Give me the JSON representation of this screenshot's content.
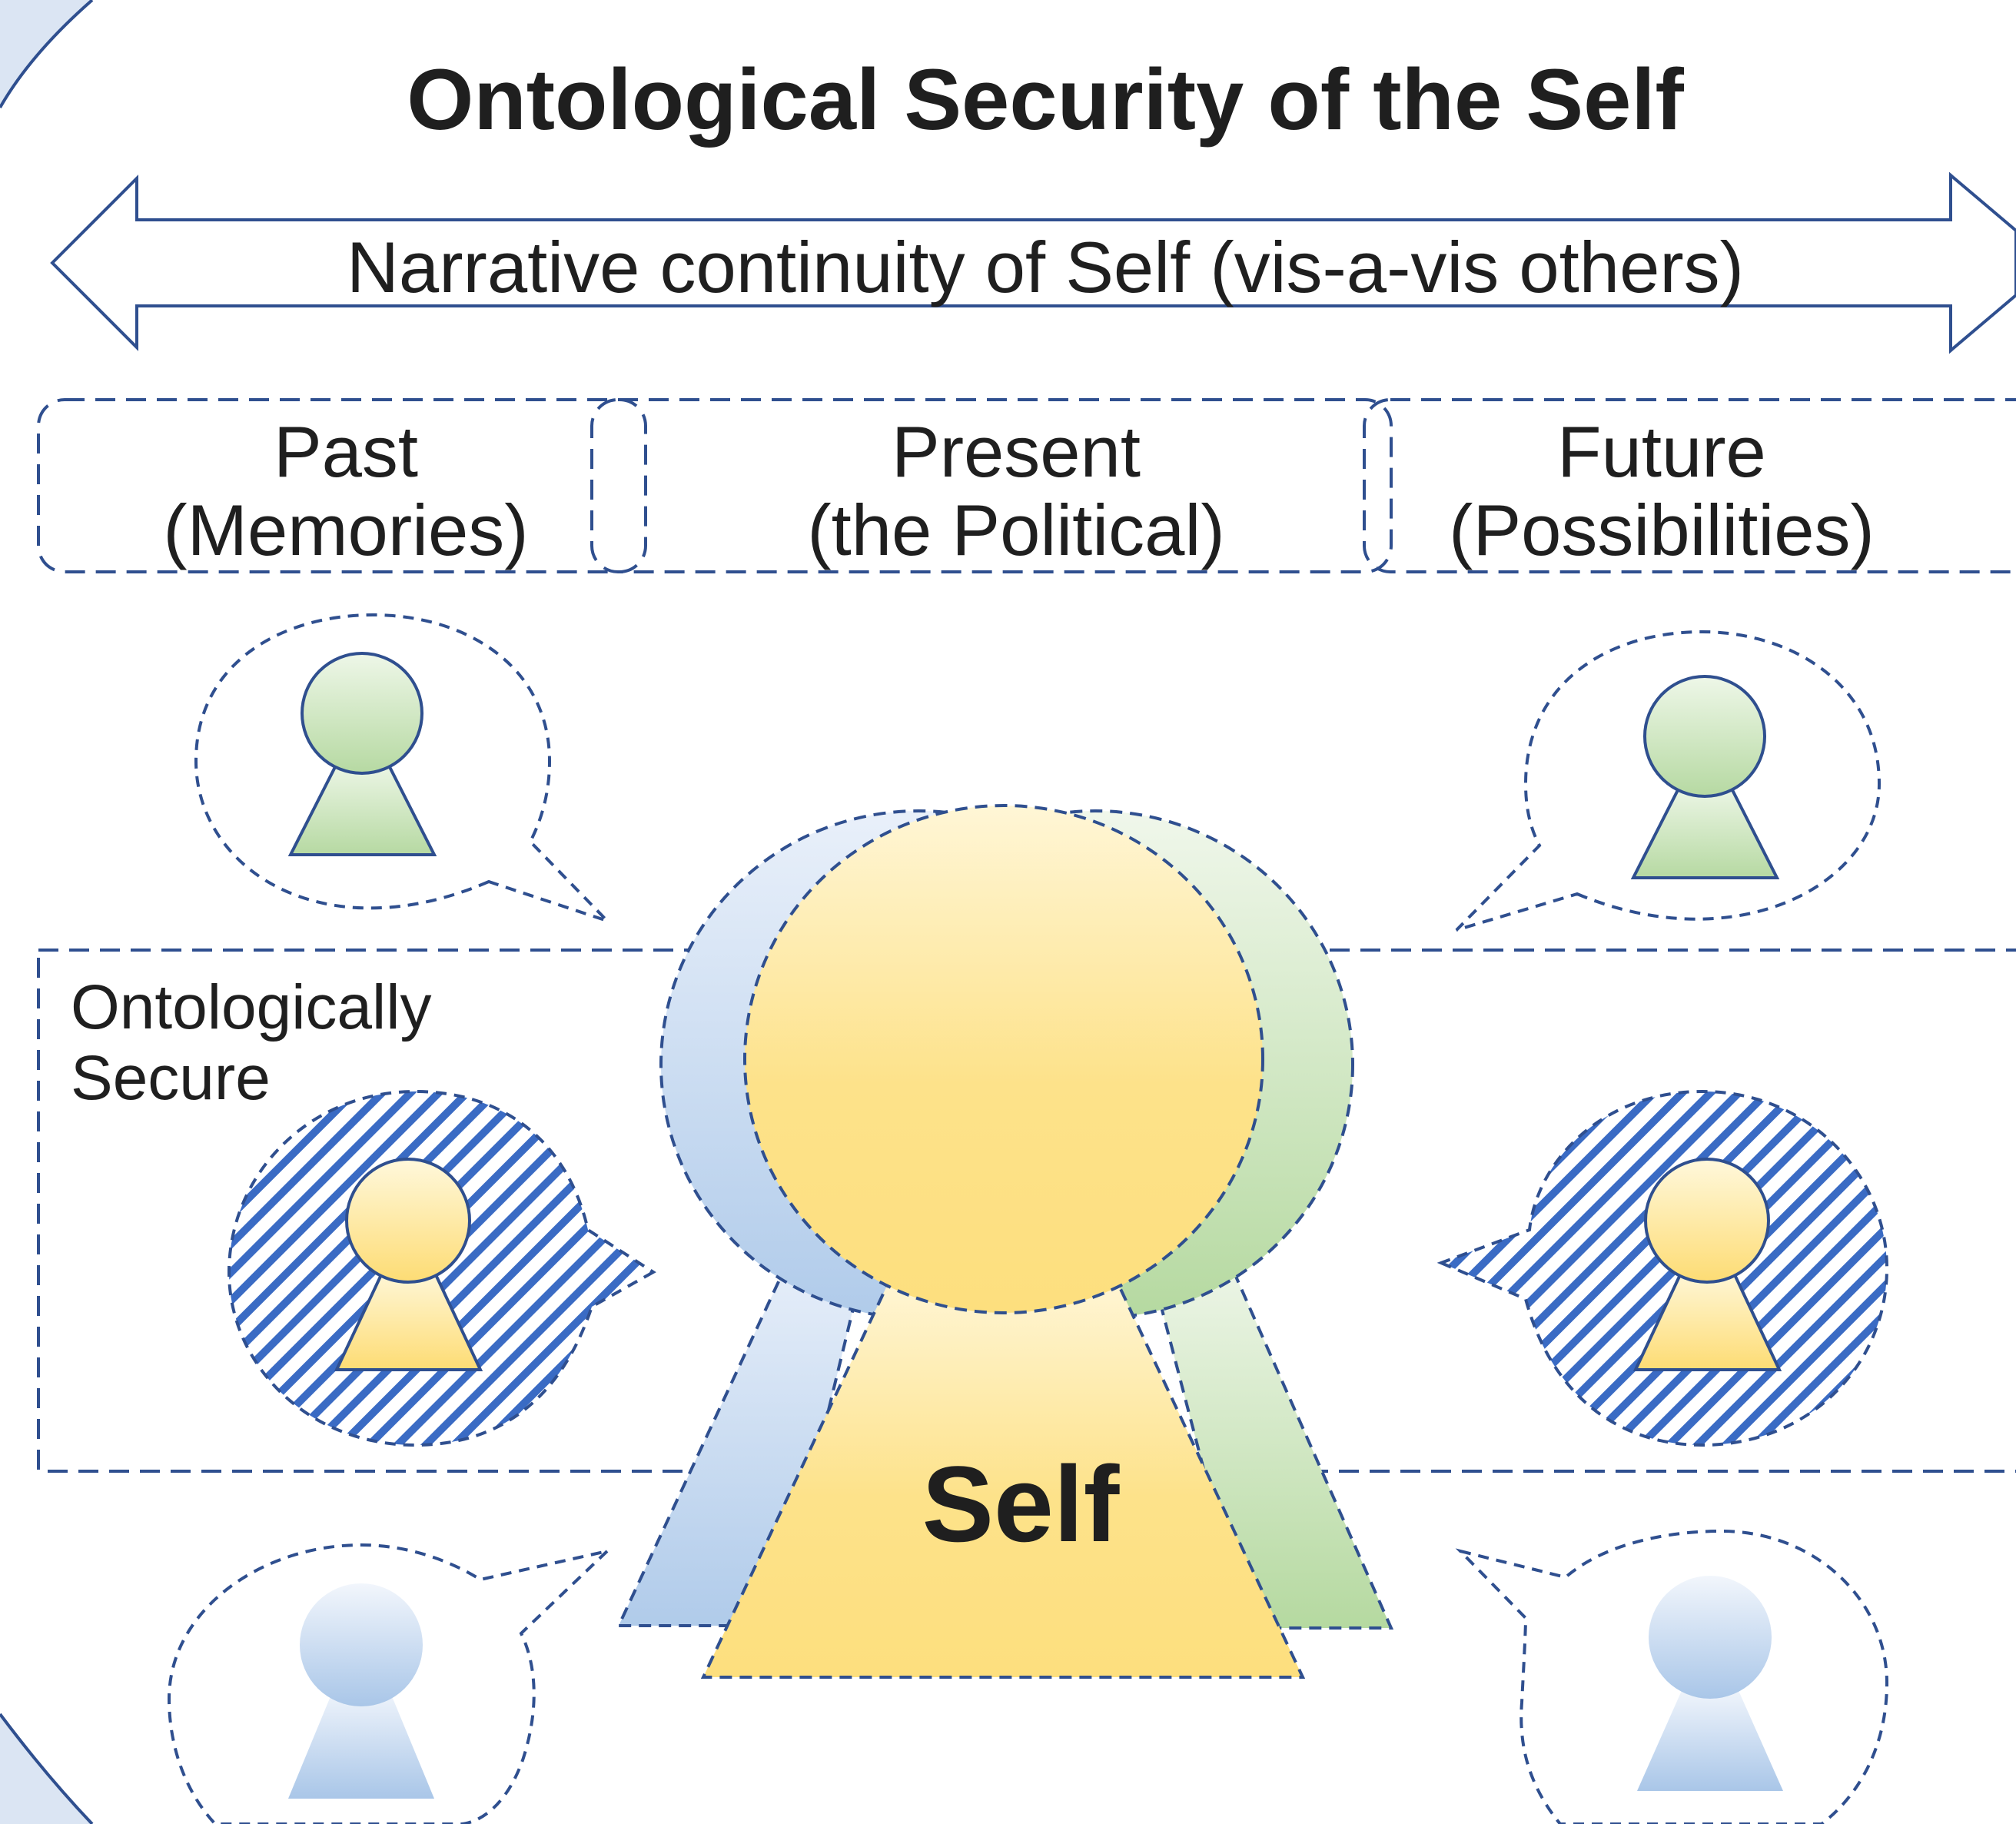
{
  "title": "Ontological Security of the Self",
  "arrow_label": "Narrative continuity of Self (vis-a-vis others)",
  "periods": [
    {
      "line1": "Past",
      "line2": "(Memories)"
    },
    {
      "line1": "Present",
      "line2": "(the Political)"
    },
    {
      "line1": "Future",
      "line2": "(Possibilities)"
    }
  ],
  "zone_label": {
    "line1": "Ontologically",
    "line2": "Secure"
  },
  "self_label": "Self",
  "colors": {
    "outline": "#2f4f8f",
    "circle_bg": "#dbe5f3",
    "self_yellow_top": "#fff6d6",
    "self_yellow_bottom": "#fddf7e",
    "blue_top": "#e7eff9",
    "blue_bottom": "#b3cdea",
    "green_top": "#eef6e9",
    "green_bottom": "#b9dba5",
    "hatch_blue": "#3a6bc4"
  },
  "figures": [
    {
      "id": "past-memory-figure",
      "color": "green"
    },
    {
      "id": "future-possibility-figure",
      "color": "green"
    },
    {
      "id": "secure-past-figure",
      "color": "yellow"
    },
    {
      "id": "secure-future-figure",
      "color": "yellow"
    },
    {
      "id": "insecure-past-figure",
      "color": "blue"
    },
    {
      "id": "insecure-future-figure",
      "color": "blue"
    }
  ]
}
